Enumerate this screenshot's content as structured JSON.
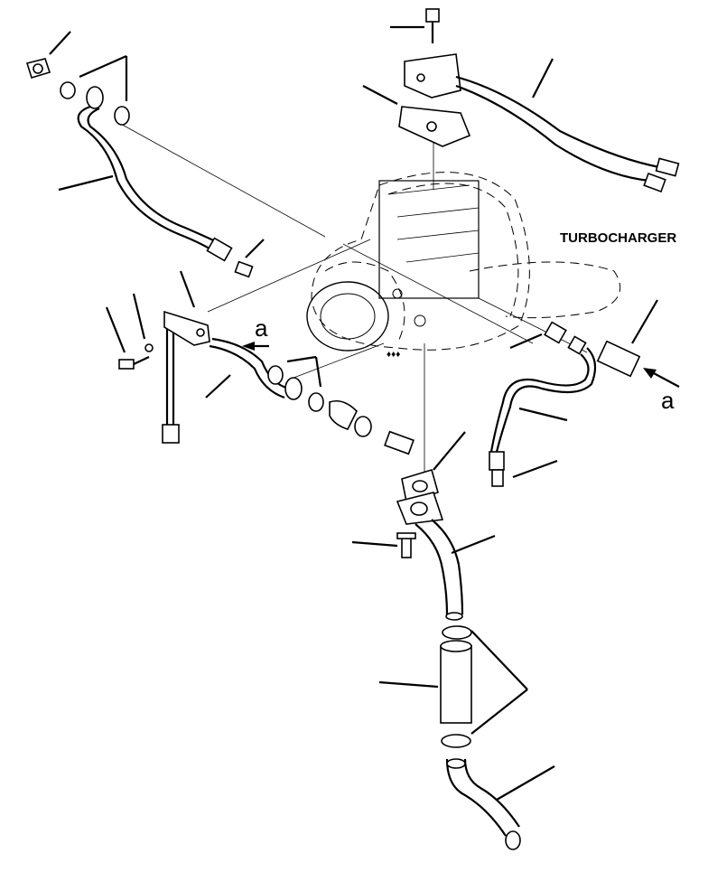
{
  "labels": {
    "turbocharger": "TURBOCHARGER",
    "view_a_left": "a",
    "view_a_right": "a"
  }
}
